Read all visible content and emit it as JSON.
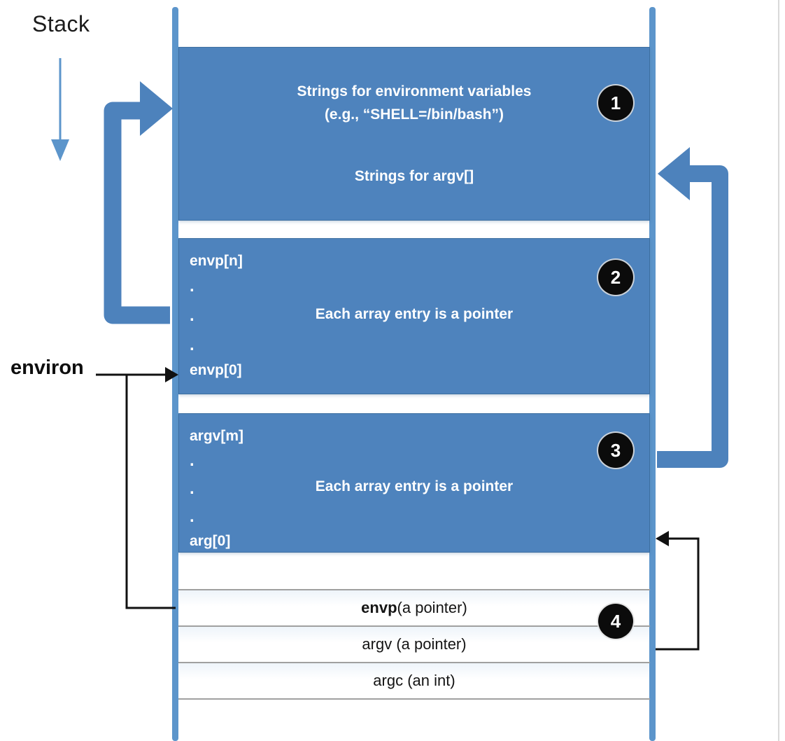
{
  "stack_label": "Stack",
  "environ_label": "environ",
  "box1": {
    "badge": "1",
    "line1": "Strings for environment variables",
    "line2": "(e.g., “SHELL=/bin/bash”)",
    "line3": "Strings for argv[]"
  },
  "box2": {
    "badge": "2",
    "top_label": "envp[n]",
    "dot": ".",
    "bottom_label": "envp[0]",
    "note": "Each array entry is a pointer"
  },
  "box3": {
    "badge": "3",
    "top_label": "argv[m]",
    "dot": ".",
    "bottom_label": "arg[0]",
    "note": "Each array entry is a pointer"
  },
  "frame_rows": {
    "badge": "4",
    "envp_bold": "envp",
    "envp_rest": " (a pointer)",
    "argv": "argv (a pointer)",
    "argc": "argc (an int)"
  },
  "colors": {
    "box_fill": "#4e83bd",
    "box_border": "#3d6fa0",
    "rail_blue": "#5c95cb",
    "arrow_blue": "#4d82bc",
    "connector_black": "#111111",
    "badge_bg": "#0b0b0b",
    "badge_text": "#ffffff",
    "row_separator": "#a0a0a0"
  }
}
